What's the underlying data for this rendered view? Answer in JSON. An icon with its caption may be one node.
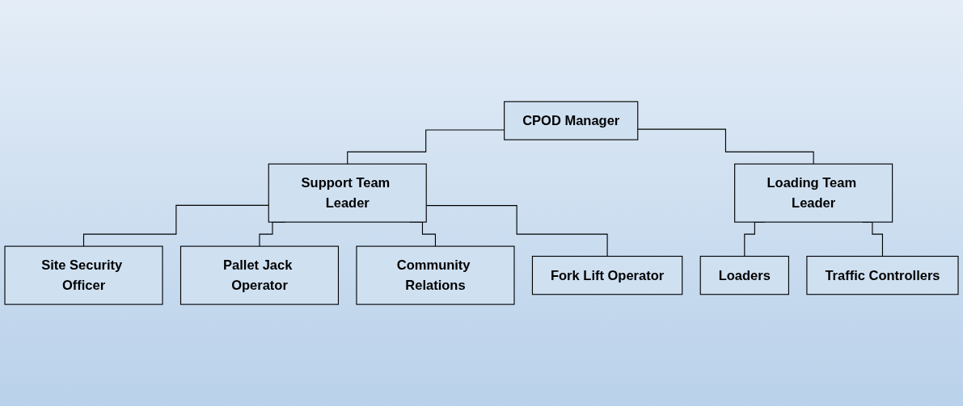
{
  "diagram": {
    "nodes": [
      {
        "text": [
          "CPOD Manager"
        ]
      },
      {
        "text": [
          "Support Team Leader"
        ]
      },
      {
        "text": [
          "Loading Team Leader"
        ]
      },
      {
        "text": [
          "Site Security Officer"
        ]
      },
      {
        "text": [
          "Pallet Jack Operator"
        ]
      },
      {
        "text": [
          "Community Relations"
        ]
      },
      {
        "text": [
          "Fork Lift Operator"
        ]
      },
      {
        "text": [
          "Loaders"
        ]
      },
      {
        "text": [
          "Traffic Controllers"
        ]
      }
    ],
    "edges": [
      {
        "from": 0,
        "to": 1,
        "arrow": "none"
      },
      {
        "from": 0,
        "to": 2,
        "arrow": "none"
      },
      {
        "from": 1,
        "to": 3,
        "arrow": "none"
      },
      {
        "from": 1,
        "to": 4,
        "arrow": "none"
      },
      {
        "from": 1,
        "to": 5,
        "arrow": "none"
      },
      {
        "from": 1,
        "to": 6,
        "arrow": "none"
      },
      {
        "from": 2,
        "to": 7,
        "arrow": "none"
      },
      {
        "from": 2,
        "to": 8,
        "arrow": "none"
      }
    ]
  }
}
